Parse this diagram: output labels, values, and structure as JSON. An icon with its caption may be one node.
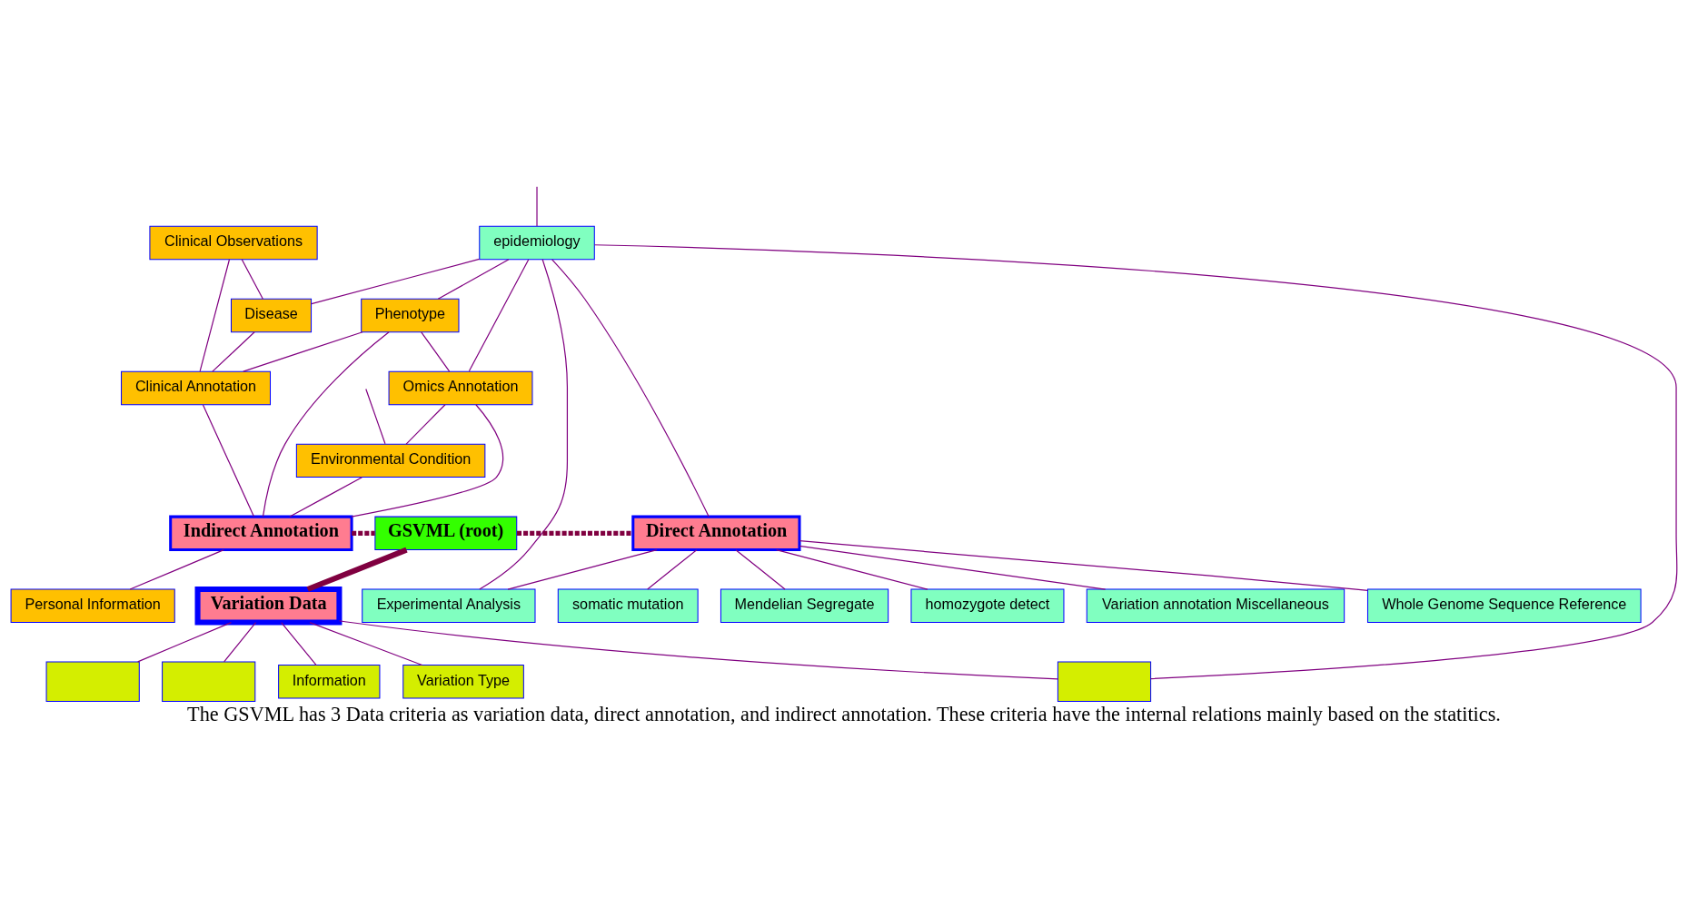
{
  "diagram": {
    "caption": "The GSVML has 3 Data criteria as variation data, direct annotation, and indirect annotation. These criteria have the internal relations mainly based on the statitics.",
    "nodes": [
      {
        "text": [
          "epidemiology"
        ]
      },
      {
        "text": [
          "Clinical Observations"
        ]
      },
      {
        "text": [
          "Disease"
        ]
      },
      {
        "text": [
          "Phenotype"
        ]
      },
      {
        "text": [
          "Experimental Analysis"
        ]
      },
      {
        "text": [
          "Mendelian Segregate"
        ]
      },
      {
        "text": [
          "Clinical Annotation"
        ]
      },
      {
        "text": [
          "homozygote detect"
        ]
      },
      {
        "text": [
          "Omics Annotation"
        ]
      },
      {
        "text": [
          "Variation annotation Miscellaneous"
        ]
      },
      {
        "text": [
          "Indirect Annotation"
        ]
      },
      {
        "text": [
          "GSVML (root)"
        ]
      },
      {
        "text": [
          "Direct Annotation"
        ]
      },
      {
        "text": [
          "Environmental Condition"
        ]
      },
      {
        "text": [
          "Whole Genome Sequence Reference"
        ]
      },
      {
        "text": [
          "Variation Type"
        ]
      },
      {
        "text": [
          "Variation Data"
        ]
      },
      {
        "text": [
          "somatic mutation"
        ]
      },
      {
        "text": [
          "Personal Information"
        ]
      },
      {
        "text": [],
        "shape": "box"
      },
      {
        "text": [],
        "shape": "box"
      },
      {
        "text": [],
        "shape": "box"
      },
      {
        "text": [
          "Information"
        ]
      }
    ],
    "edges": [
      {
        "from": null,
        "to": 13,
        "arrow": "none"
      },
      {
        "from": null,
        "to": 0,
        "arrow": "none"
      },
      {
        "from": 0,
        "to": 8,
        "arrow": "none"
      },
      {
        "from": 0,
        "to": 3,
        "arrow": "none"
      },
      {
        "from": 0,
        "to": 2,
        "arrow": "none"
      },
      {
        "from": 0,
        "to": 4,
        "arrow": "none"
      },
      {
        "from": 0,
        "to": 12,
        "arrow": "none"
      },
      {
        "from": 0,
        "to": 21,
        "arrow": "none"
      },
      {
        "from": 1,
        "to": 2,
        "arrow": "none"
      },
      {
        "from": 1,
        "to": 6,
        "arrow": "none"
      },
      {
        "from": 2,
        "to": 6,
        "arrow": "none"
      },
      {
        "from": 3,
        "to": 8,
        "arrow": "none"
      },
      {
        "from": 3,
        "to": 6,
        "arrow": "none"
      },
      {
        "from": 3,
        "to": 10,
        "arrow": "none"
      },
      {
        "from": 6,
        "to": 10,
        "arrow": "none"
      },
      {
        "from": 8,
        "to": 10,
        "arrow": "none"
      },
      {
        "from": 8,
        "to": 13,
        "arrow": "none"
      },
      {
        "from": 13,
        "to": 10,
        "arrow": "none"
      },
      {
        "from": 10,
        "to": 18,
        "arrow": "none"
      },
      {
        "from": 10,
        "to": 11,
        "arrow": "none",
        "style": "dashed",
        "color": "#800040"
      },
      {
        "from": 11,
        "to": 12,
        "arrow": "none",
        "style": "dashed",
        "color": "#800040"
      },
      {
        "from": 11,
        "to": 16,
        "arrow": "none",
        "style": "thick",
        "color": "#800040"
      },
      {
        "from": 12,
        "to": 4,
        "arrow": "none"
      },
      {
        "from": 12,
        "to": 5,
        "arrow": "none"
      },
      {
        "from": 12,
        "to": 7,
        "arrow": "none"
      },
      {
        "from": 12,
        "to": 9,
        "arrow": "none"
      },
      {
        "from": 12,
        "to": 14,
        "arrow": "none"
      },
      {
        "from": 12,
        "to": 17,
        "arrow": "none"
      },
      {
        "from": 16,
        "to": 15,
        "arrow": "none"
      },
      {
        "from": 16,
        "to": 19,
        "arrow": "none"
      },
      {
        "from": 16,
        "to": 22,
        "arrow": "none"
      },
      {
        "from": 16,
        "to": 20,
        "arrow": "none"
      },
      {
        "from": 16,
        "to": 21,
        "arrow": "none"
      }
    ]
  }
}
